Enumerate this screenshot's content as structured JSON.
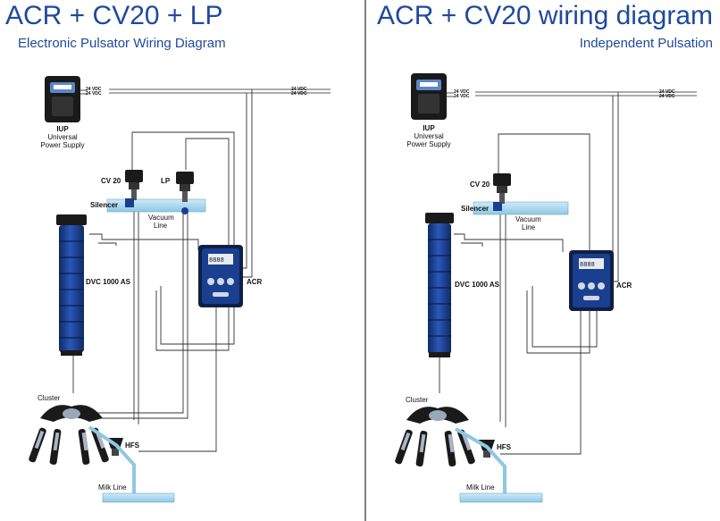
{
  "left": {
    "title": "ACR + CV20 + LP",
    "subtitle": "Electronic Pulsator Wiring Diagram",
    "labels": {
      "iup": "IUP",
      "iup_desc1": "Universal",
      "iup_desc2": "Power Supply",
      "vdc_a": "24 VDC",
      "vdc_b": "24 VDC",
      "vdc_c": "24 VDC",
      "vdc_d": "24 VDC",
      "cv20": "CV 20",
      "lp": "LP",
      "silencer": "Silencer",
      "vacuum1": "Vacuum",
      "vacuum2": "Line",
      "dvc": "DVC 1000 AS",
      "acr": "ACR",
      "cluster": "Cluster",
      "hfs": "HFS",
      "milk": "Milk Line",
      "display": "8888"
    }
  },
  "right": {
    "title": "ACR + CV20 wiring diagram",
    "subtitle": "Independent Pulsation",
    "labels": {
      "iup": "IUP",
      "iup_desc1": "Universal",
      "iup_desc2": "Power Supply",
      "vdc_a": "24 VDC",
      "vdc_b": "24 VDC",
      "vdc_c": "24 VDC",
      "vdc_d": "24 VDC",
      "cv20": "CV 20",
      "silencer": "Silencer",
      "vacuum1": "Vacuum",
      "vacuum2": "Line",
      "dvc": "DVC 1000 AS",
      "acr": "ACR",
      "cluster": "Cluster",
      "hfs": "HFS",
      "milk": "Milk Line",
      "display": "8888"
    }
  },
  "colors": {
    "title": "#1f4a9c",
    "device_blue": "#1b3f8f",
    "vacuum_line": "#a9d6ee",
    "divider": "#555555"
  }
}
